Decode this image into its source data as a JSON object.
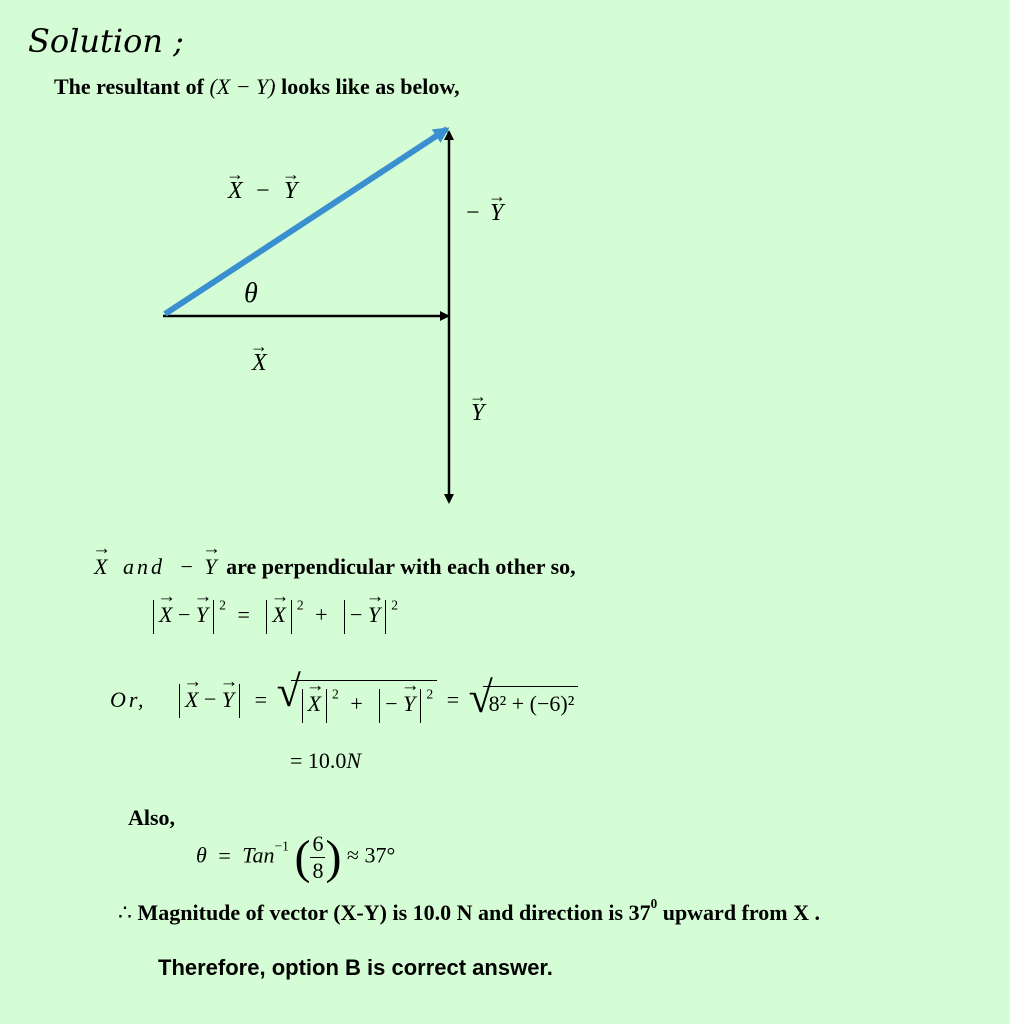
{
  "heading": "Solution ;",
  "intro": {
    "text_before": "The resultant of",
    "expr": "(X − Y)",
    "text_after": "looks like as below,"
  },
  "diagram": {
    "label_resultant_x": "X",
    "label_resultant_minus": " − ",
    "label_resultant_y": "Y",
    "label_minus_y_sign": "− ",
    "label_minus_y": "Y",
    "label_theta": "θ",
    "label_x": "X",
    "label_y": "Y",
    "colors": {
      "resultant": "#3a8fd0",
      "vector": "#000000"
    }
  },
  "statement": {
    "x": "X",
    "and": "and",
    "minus": "−",
    "y": "Y",
    "text": "are perpendicular with each other so,"
  },
  "eq1": {
    "lhs_x": "X",
    "lhs_minus": "−",
    "lhs_y": "Y",
    "exp": "2",
    "equals": "=",
    "r1_x": "X",
    "plus": "+",
    "r2_minus": "−",
    "r2_y": "Y"
  },
  "eq2": {
    "prefix": "Or,",
    "lhs_x": "X",
    "lhs_minus": "−",
    "lhs_y": "Y",
    "equals": "=",
    "r1_x": "X",
    "exp": "2",
    "plus": "+",
    "r2_minus": "−",
    "r2_y": "Y",
    "equals2": "=",
    "numeric": "8² + (−6)²"
  },
  "eq3": {
    "equals": "=",
    "value": "10.0",
    "unit": "N"
  },
  "also": "Also,",
  "eq4": {
    "theta": "θ",
    "equals": "=",
    "func": "Tan",
    "func_exp": "−1",
    "num": "6",
    "den": "8",
    "approx": "≈ 37°"
  },
  "conclusion": {
    "therefore_symbol": "∴",
    "text_before": "Magnitude of vector (X-Y) is 10.0 N and direction is 37",
    "degree": "0",
    "text_after": " upward from X ."
  },
  "answer": "Therefore, option B  is correct answer."
}
